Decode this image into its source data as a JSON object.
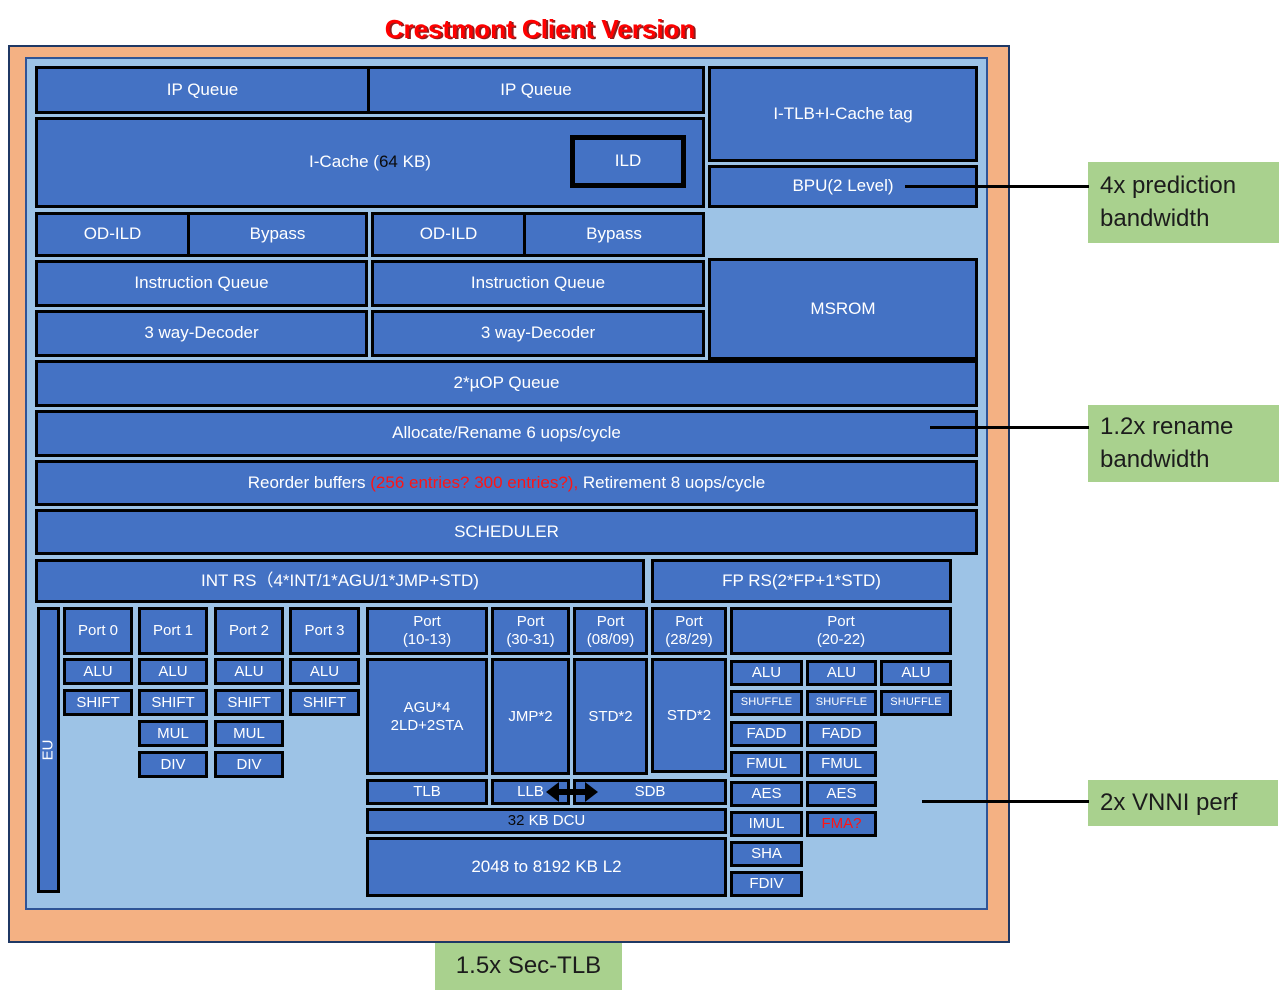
{
  "title": "Crestmont Client Version",
  "colors": {
    "block_blue": "#4472c4",
    "panel_light_blue": "#9dc3e6",
    "frame_orange": "#f4b183",
    "annotation_green": "#a9d18e",
    "highlight_red": "#ff0000"
  },
  "front_end": {
    "ip_queue_left": "IP Queue",
    "ip_queue_right": "IP Queue",
    "itlb_tag": "I-TLB+I-Cache tag",
    "icache_pre": "I-Cache (",
    "icache_size": "64",
    "icache_post": " KB)",
    "ild": "ILD",
    "bpu": "BPU(2 Level)",
    "od_ild_left": "OD-ILD",
    "bypass_left": "Bypass",
    "od_ild_right": "OD-ILD",
    "bypass_right": "Bypass",
    "iq_left": "Instruction Queue",
    "iq_right": "Instruction Queue",
    "decoder_left": "3 way-Decoder",
    "decoder_right": "3 way-Decoder",
    "msrom": "MSROM",
    "uop_queue": "2*µOP Queue"
  },
  "backend": {
    "allocate": "Allocate/Rename 6 uops/cycle",
    "rob_pre": "Reorder buffers ",
    "rob_red": "(256 entries? 300 entries?),",
    "rob_post": " Retirement 8 uops/cycle",
    "scheduler": "SCHEDULER",
    "int_rs": "INT RS（4*INT/1*AGU/1*JMP+STD)",
    "fp_rs": "FP RS(2*FP+1*STD)",
    "eu": "EU"
  },
  "int_ports": [
    {
      "label": "Port 0",
      "units": [
        "ALU",
        "SHIFT"
      ]
    },
    {
      "label": "Port 1",
      "units": [
        "ALU",
        "SHIFT",
        "MUL",
        "DIV"
      ]
    },
    {
      "label": "Port 2",
      "units": [
        "ALU",
        "SHIFT",
        "MUL",
        "DIV"
      ]
    },
    {
      "label": "Port 3",
      "units": [
        "ALU",
        "SHIFT"
      ]
    }
  ],
  "mem_ports": {
    "agu_label1": "Port",
    "agu_label2": "(10-13)",
    "agu_unit1": "AGU*4",
    "agu_unit2": "2LD+2STA",
    "jmp_label1": "Port",
    "jmp_label2": "(30-31)",
    "jmp_unit": "JMP*2",
    "std1_label1": "Port",
    "std1_label2": "(08/09)",
    "std1_unit": "STD*2",
    "std2_label1": "Port",
    "std2_label2": "(28/29)",
    "std2_unit": "STD*2",
    "tlb": "TLB",
    "llb": "LLB",
    "sdb": "SDB",
    "dcu_size": "32",
    "dcu_post": " KB DCU",
    "l2": "2048 to 8192 KB L2"
  },
  "fp_port": {
    "label1": "Port",
    "label2": "(20-22)"
  },
  "fp_cols": [
    [
      "ALU",
      "SHUFFLE",
      "FADD",
      "FMUL",
      "AES",
      "IMUL",
      "SHA",
      "FDIV"
    ],
    [
      "ALU",
      "SHUFFLE",
      "FADD",
      "FMUL",
      "AES",
      "FMA?"
    ],
    [
      "ALU",
      "SHUFFLE"
    ]
  ],
  "annotations": {
    "prediction": "4x prediction bandwidth",
    "rename": "1.2x rename bandwidth",
    "vnni": "2x VNNI perf",
    "sec_tlb": "1.5x Sec-TLB"
  }
}
